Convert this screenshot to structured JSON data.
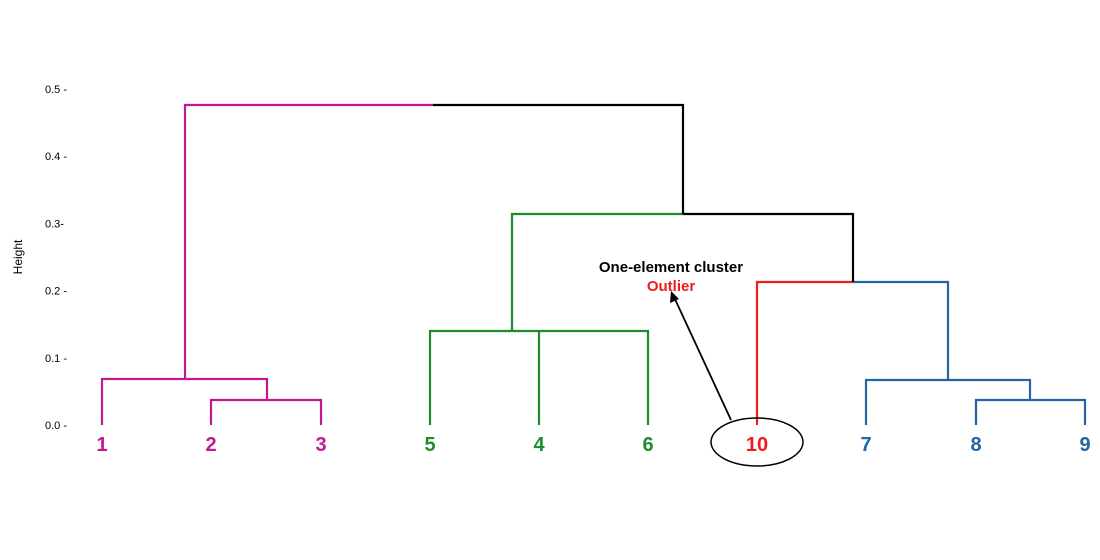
{
  "colors": {
    "magenta": "#c4188f",
    "green": "#1e8c2e",
    "blue": "#2266a6",
    "red": "#ee1c1c",
    "black": "#000000"
  },
  "axis": {
    "label": "Height",
    "ticks": [
      {
        "value": 0.0,
        "label": "0.0 -"
      },
      {
        "value": 0.1,
        "label": "0.1 -"
      },
      {
        "value": 0.2,
        "label": "0.2 -"
      },
      {
        "value": 0.3,
        "label": "0.3-"
      },
      {
        "value": 0.4,
        "label": "0.4 -"
      },
      {
        "value": 0.5,
        "label": "0.5 -"
      }
    ]
  },
  "leaves": [
    {
      "label": "1",
      "color": "magenta"
    },
    {
      "label": "2",
      "color": "magenta"
    },
    {
      "label": "3",
      "color": "magenta"
    },
    {
      "label": "5",
      "color": "green"
    },
    {
      "label": "4",
      "color": "green"
    },
    {
      "label": "6",
      "color": "green"
    },
    {
      "label": "10",
      "color": "red"
    },
    {
      "label": "7",
      "color": "blue"
    },
    {
      "label": "8",
      "color": "blue"
    },
    {
      "label": "9",
      "color": "blue"
    }
  ],
  "annotation": {
    "title": "One-element cluster",
    "subtitle": "Outlier",
    "target_leaf": "10"
  }
}
